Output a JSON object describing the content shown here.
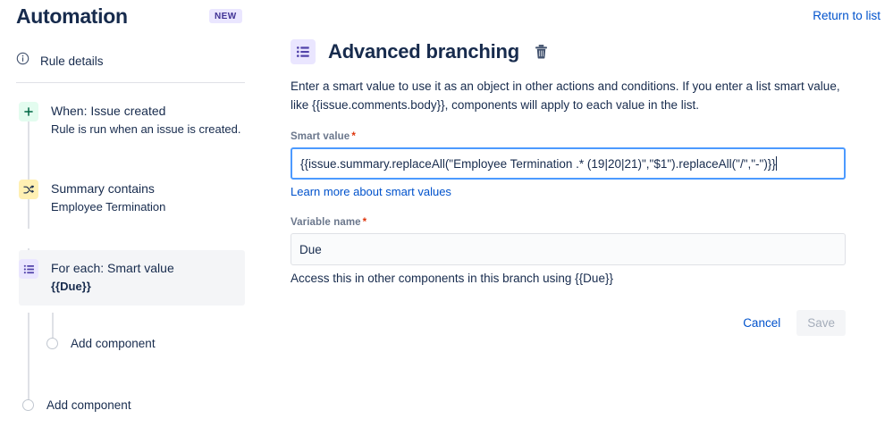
{
  "header": {
    "app_title": "Automation",
    "new_badge": "NEW",
    "return_link": "Return to list"
  },
  "sidebar": {
    "rule_details": {
      "label": "Rule details",
      "icon": "info-circle-icon"
    },
    "nodes": [
      {
        "icon": "plus-icon",
        "title": "When: Issue created",
        "subtitle": "Rule is run when an issue is created.",
        "selected": false
      },
      {
        "icon": "shuffle-icon",
        "title": "Summary contains",
        "subtitle": "Employee Termination",
        "selected": false
      },
      {
        "icon": "branch-list-icon",
        "title": "For each: Smart value",
        "subtitle": "{{Due}}",
        "selected": true
      }
    ],
    "add_component_inner": "Add component",
    "add_component_outer": "Add component"
  },
  "main": {
    "icon": "branch-list-icon",
    "title": "Advanced branching",
    "delete_icon": "trash-icon",
    "description": "Enter a smart value to use it as an object in other actions and conditions. If you enter a list smart value, like {{issue.comments.body}}, components will apply to each value in the list.",
    "smart_value": {
      "label": "Smart value",
      "required_marker": "*",
      "value": "{{issue.summary.replaceAll(\"Employee Termination .* (19|20|21)\",\"$1\").replaceAll(\"/\",\"-\")}}",
      "help_link": "Learn more about smart values"
    },
    "variable_name": {
      "label": "Variable name",
      "required_marker": "*",
      "value": "Due",
      "helper_text": "Access this in other components in this branch using {{Due}}"
    },
    "buttons": {
      "cancel": "Cancel",
      "save": "Save"
    }
  },
  "colors": {
    "link": "#0052CC",
    "required": "#DE350B",
    "badge_purple_bg": "#EAE6FF",
    "badge_purple_fg": "#403294",
    "badge_green_bg": "#E3FCEF",
    "badge_yellow_bg": "#FFF0B3",
    "focus_border": "#4C9AFF",
    "text": "#172B4D"
  }
}
